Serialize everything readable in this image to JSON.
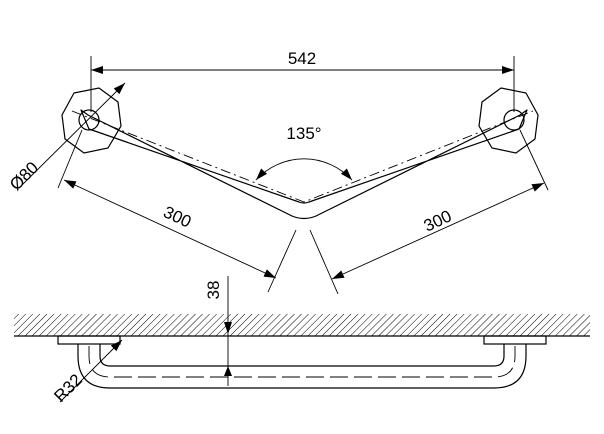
{
  "dimensions": {
    "overall_width": "542",
    "angle": "135°",
    "diameter": "Ø80",
    "arm_length_left": "300",
    "arm_length_right": "300",
    "wall_offset": "38",
    "bend_radius": "R32"
  }
}
